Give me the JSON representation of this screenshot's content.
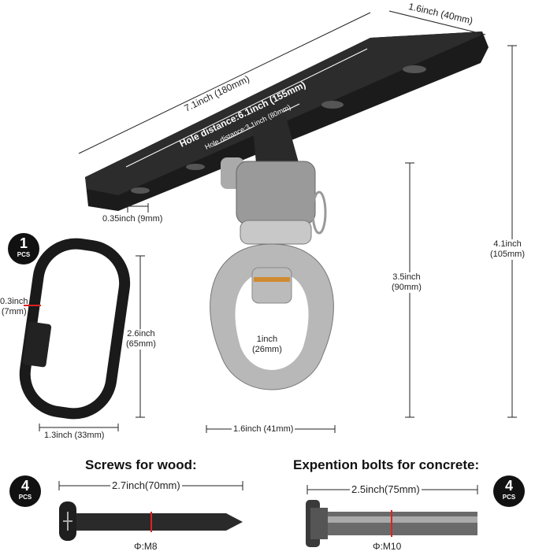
{
  "plate": {
    "length": "7.1inch (180mm)",
    "width": "1.6inch (40mm)",
    "hole_distance_outer": "Hole distance:6.1inch (155mm)",
    "hole_distance_inner": "Hole distance:3.1inch (80mm)",
    "hole_diameter": "0.35inch (9mm)"
  },
  "hook": {
    "total_height_in": "4.1inch",
    "total_height_mm": "(105mm)",
    "swivel_height_in": "3.5inch",
    "swivel_height_mm": "(90mm)",
    "ring_inner_in": "1inch",
    "ring_inner_mm": "(26mm)",
    "ring_width": "1.6inch (41mm)"
  },
  "carabiner": {
    "qty": "1",
    "qty_unit": "PCS",
    "thickness_in": "0.3inch",
    "thickness_mm": "(7mm)",
    "height_in": "2.6inch",
    "height_mm": "(65mm)",
    "width": "1.3inch (33mm)"
  },
  "screws": {
    "title": "Screws for wood:",
    "qty": "4",
    "qty_unit": "PCS",
    "length": "2.7inch(70mm)",
    "diameter": "Φ:M8"
  },
  "bolts": {
    "title": "Expention bolts for concrete:",
    "qty": "4",
    "qty_unit": "PCS",
    "length": "2.5inch(75mm)",
    "diameter": "Φ:M10"
  }
}
